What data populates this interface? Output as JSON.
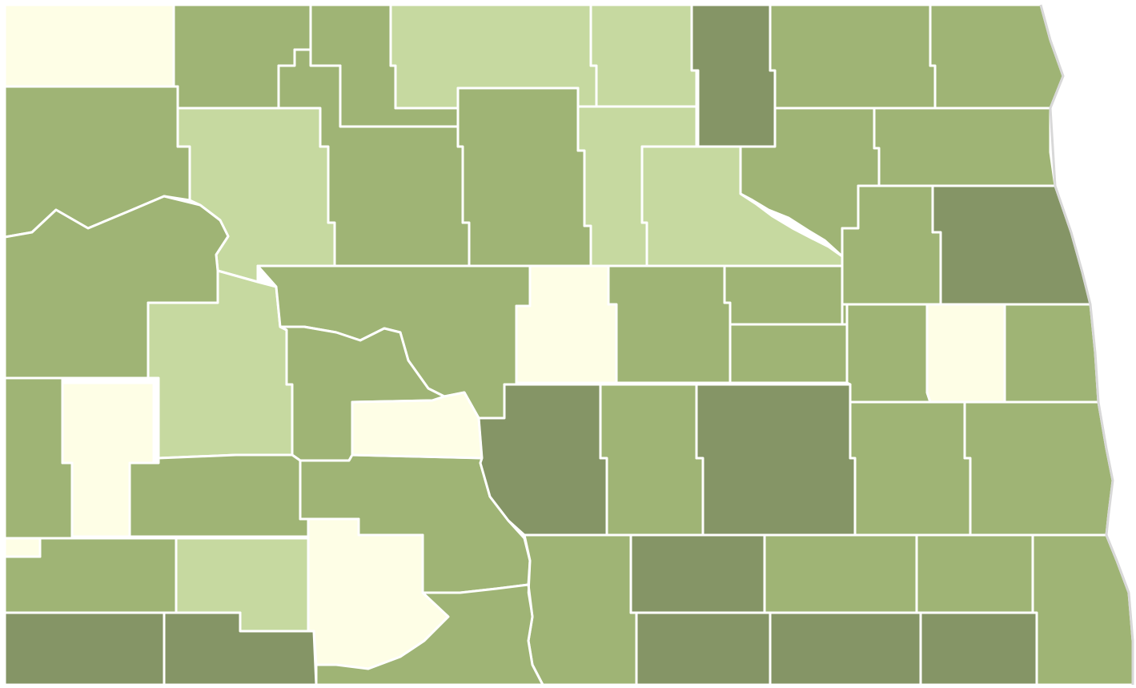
{
  "palette": {
    "l0": "#fefee6",
    "l1": "#c6d9a0",
    "l2": "#9fb475",
    "l3": "#859566",
    "background": "#ffffff",
    "border": "#ffffff"
  },
  "counties": [
    {
      "id": "c01",
      "class": "l0"
    },
    {
      "id": "c02",
      "class": "l2"
    },
    {
      "id": "c03",
      "class": "l2"
    },
    {
      "id": "c04",
      "class": "l1"
    },
    {
      "id": "c05",
      "class": "l1"
    },
    {
      "id": "c06",
      "class": "l3"
    },
    {
      "id": "c07",
      "class": "l2"
    },
    {
      "id": "c08",
      "class": "l2"
    },
    {
      "id": "c09",
      "class": "l2"
    },
    {
      "id": "c10",
      "class": "l1"
    },
    {
      "id": "c11",
      "class": "l2"
    },
    {
      "id": "c12",
      "class": "l2"
    },
    {
      "id": "c13",
      "class": "l1"
    },
    {
      "id": "c14",
      "class": "l2"
    },
    {
      "id": "c15",
      "class": "l1"
    },
    {
      "id": "c16",
      "class": "l2"
    },
    {
      "id": "c17",
      "class": "l2"
    },
    {
      "id": "c18",
      "class": "l3"
    },
    {
      "id": "c19",
      "class": "l2"
    },
    {
      "id": "c20",
      "class": "l1"
    },
    {
      "id": "c21",
      "class": "l2"
    },
    {
      "id": "c22",
      "class": "l2"
    },
    {
      "id": "c23",
      "class": "l0"
    },
    {
      "id": "c24",
      "class": "l2"
    },
    {
      "id": "c25",
      "class": "l2"
    },
    {
      "id": "c26",
      "class": "l2"
    },
    {
      "id": "c27",
      "class": "l2"
    },
    {
      "id": "c28",
      "class": "l0"
    },
    {
      "id": "c29",
      "class": "l2"
    },
    {
      "id": "c30",
      "class": "l2"
    },
    {
      "id": "c31",
      "class": "l2"
    },
    {
      "id": "c32",
      "class": "l0"
    },
    {
      "id": "c33",
      "class": "l2"
    },
    {
      "id": "c34",
      "class": "l0"
    },
    {
      "id": "c35",
      "class": "l3"
    },
    {
      "id": "c36",
      "class": "l2"
    },
    {
      "id": "c37",
      "class": "l3"
    },
    {
      "id": "c38",
      "class": "l2"
    },
    {
      "id": "c39",
      "class": "l2"
    },
    {
      "id": "c40",
      "class": "l2"
    },
    {
      "id": "c41",
      "class": "l2"
    },
    {
      "id": "c42",
      "class": "l0"
    },
    {
      "id": "c43",
      "class": "l1"
    },
    {
      "id": "c44",
      "class": "l0"
    },
    {
      "id": "c45",
      "class": "l2"
    },
    {
      "id": "c46",
      "class": "l3"
    },
    {
      "id": "c47",
      "class": "l3"
    },
    {
      "id": "c48",
      "class": "l3"
    },
    {
      "id": "c49",
      "class": "l2"
    },
    {
      "id": "c50",
      "class": "l2"
    },
    {
      "id": "c51",
      "class": "l3"
    },
    {
      "id": "c52",
      "class": "l3"
    },
    {
      "id": "c53",
      "class": "l3"
    },
    {
      "id": "c54",
      "class": "l2"
    },
    {
      "id": "c55",
      "class": "l2"
    }
  ]
}
